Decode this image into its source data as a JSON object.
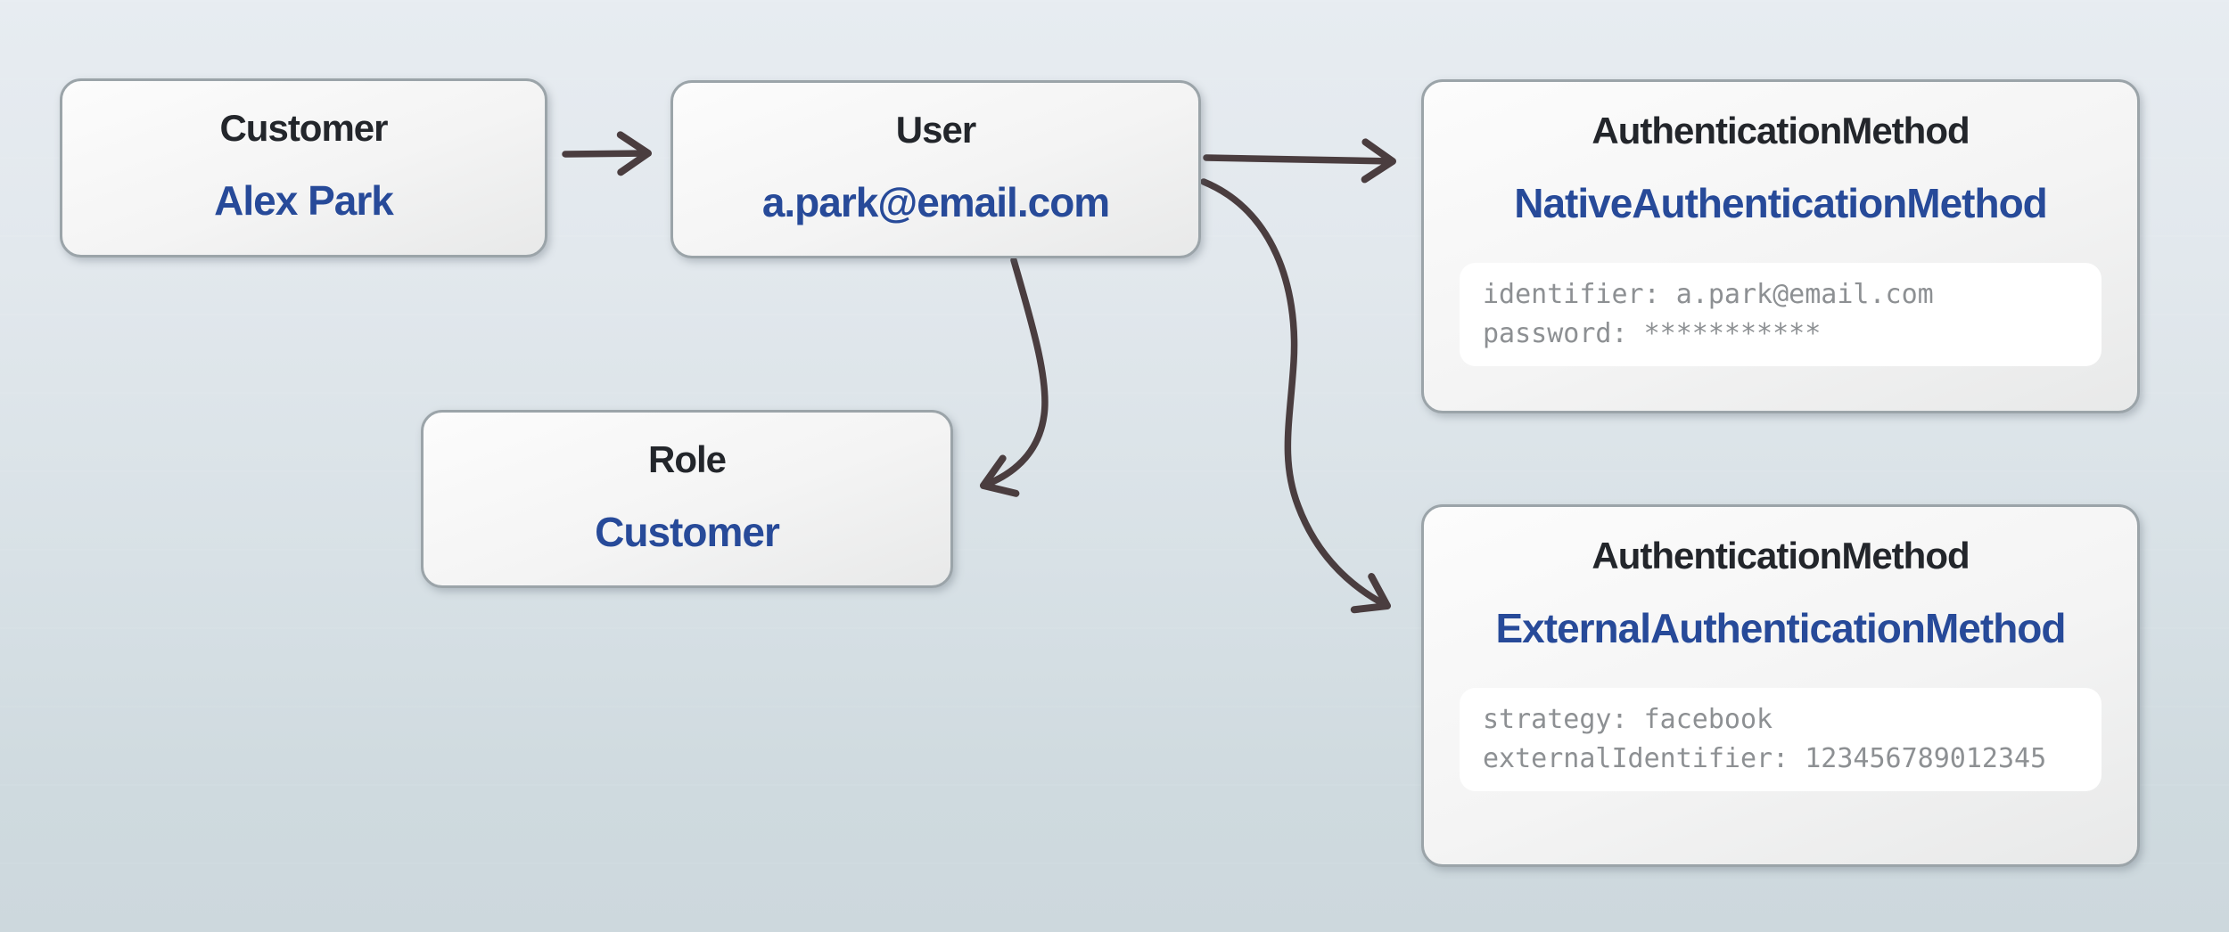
{
  "entities": {
    "customer": {
      "type": "Customer",
      "value": "Alex Park"
    },
    "user": {
      "type": "User",
      "value": "a.park@email.com"
    },
    "role": {
      "type": "Role",
      "value": "Customer"
    },
    "auth_native": {
      "type": "AuthenticationMethod",
      "value": "NativeAuthenticationMethod",
      "attrs": [
        "identifier: a.park@email.com",
        "password: ***********"
      ]
    },
    "auth_external": {
      "type": "AuthenticationMethod",
      "value": "ExternalAuthenticationMethod",
      "attrs": [
        "strategy: facebook",
        "externalIdentifier: 123456789012345"
      ]
    }
  },
  "connectors": [
    {
      "name": "customer-to-user",
      "from": "Customer",
      "to": "User"
    },
    {
      "name": "user-to-native-auth",
      "from": "User",
      "to": "AuthenticationMethod (Native)"
    },
    {
      "name": "user-to-role",
      "from": "User",
      "to": "Role"
    },
    {
      "name": "user-to-external-auth",
      "from": "User",
      "to": "AuthenticationMethod (External)"
    }
  ],
  "colors": {
    "background_top": "#e7ecf1",
    "background_bottom": "#cdd8dd",
    "box_fill_top": "#fcfcfc",
    "box_fill_bottom": "#e8e9e9",
    "box_border": "#9ba4a9",
    "type_text": "#23262b",
    "value_text": "#274a99",
    "attribute_text": "#8d9093",
    "attribute_panel": "#ffffff",
    "arrow": "#4a3d3f"
  }
}
